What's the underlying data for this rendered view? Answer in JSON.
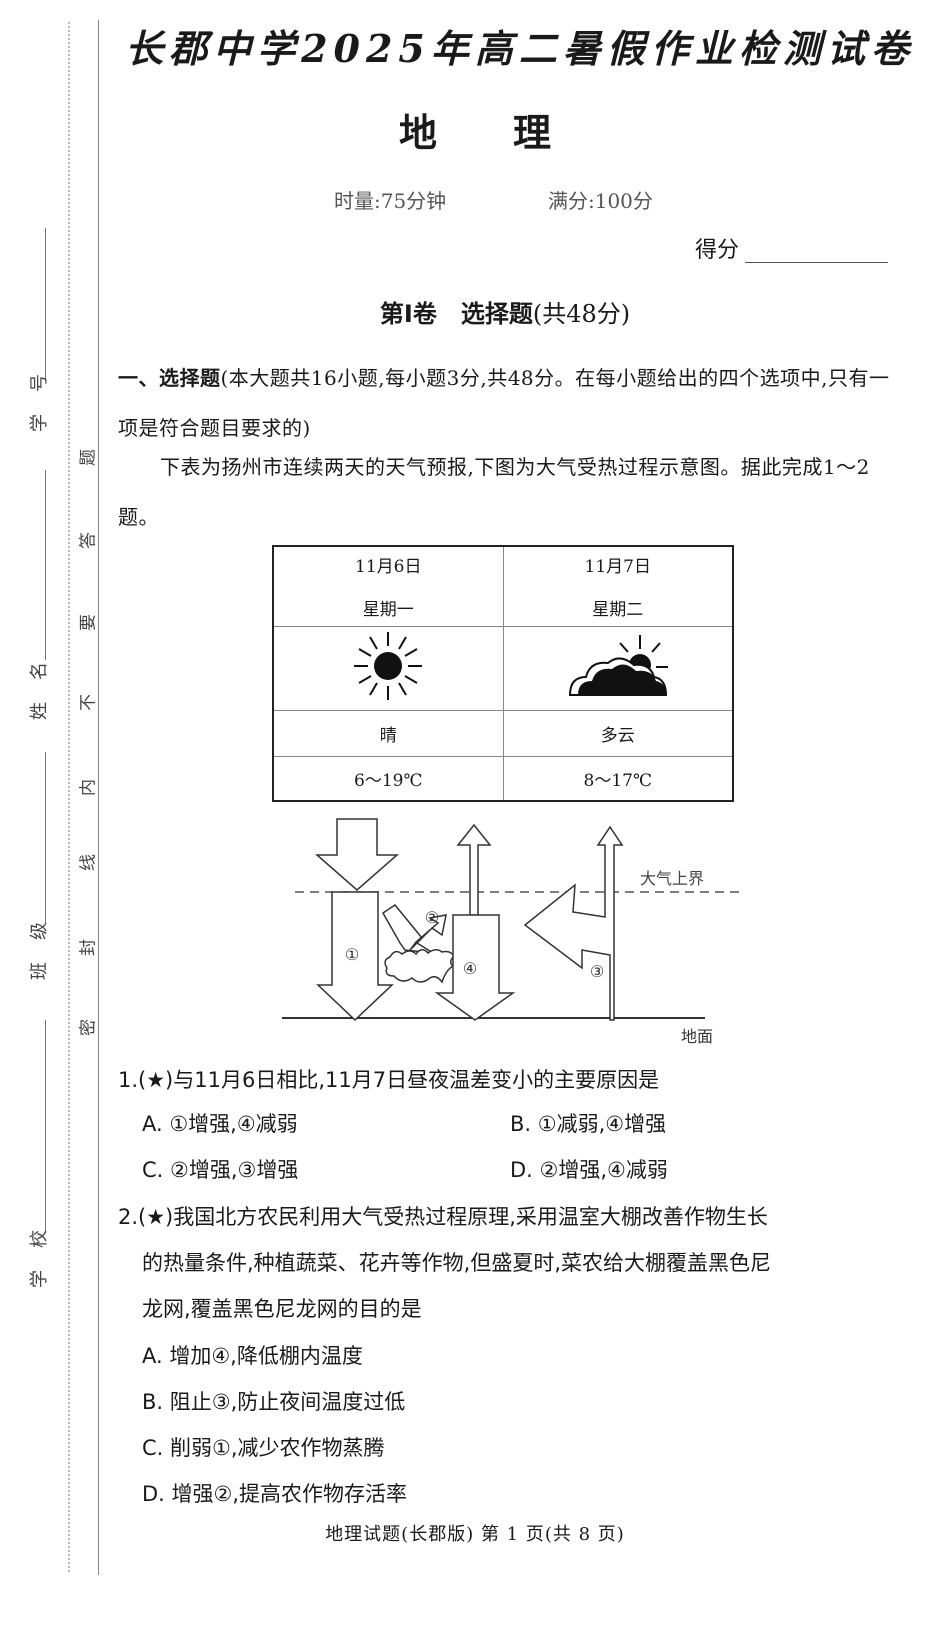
{
  "header": {
    "title": "长郡中学2025年高二暑假作业检测试卷",
    "subject": [
      "地",
      "理"
    ],
    "time_limit": "时量:75分钟",
    "full_score": "满分:100分",
    "score_label": "得分"
  },
  "binding_margin": {
    "fields": [
      {
        "label": [
          "学",
          "号"
        ]
      },
      {
        "label": [
          "姓",
          "名"
        ]
      },
      {
        "label": [
          "班",
          "级"
        ]
      },
      {
        "label": [
          "学",
          "校"
        ]
      }
    ],
    "seal_notice": [
      "题",
      "答",
      "要",
      "不",
      "内",
      "线",
      "封",
      "密"
    ]
  },
  "section": {
    "title": "第Ⅰ卷　选择题",
    "points": "(共48分)"
  },
  "part": {
    "heading": "一、选择题",
    "instructions": "(本大题共16小题,每小题3分,共48分。在每小题给出的四个选项中,只有一项是符合题目要求的)"
  },
  "intro": "下表为扬州市连续两天的天气预报,下图为大气受热过程示意图。据此完成1～2题。",
  "weather_table": {
    "days": [
      {
        "date": "11月6日",
        "weekday": "星期一",
        "icon": "sun-icon",
        "condition": "晴",
        "temp": "6～19℃"
      },
      {
        "date": "11月7日",
        "weekday": "星期二",
        "icon": "cloudy-sun-icon",
        "condition": "多云",
        "temp": "8～17℃"
      }
    ]
  },
  "diagram": {
    "top_label": "大气上界",
    "ground_label": "地面",
    "markers": [
      "①",
      "②",
      "③",
      "④"
    ]
  },
  "questions": [
    {
      "stem": "1.(★)与11月6日相比,11月7日昼夜温差变小的主要原因是",
      "options": [
        "A. ①增强,④减弱",
        "B. ①减弱,④增强",
        "C. ②增强,③增强",
        "D. ②增强,④减弱"
      ]
    },
    {
      "stem_lines": [
        "2.(★)我国北方农民利用大气受热过程原理,采用温室大棚改善作物生长",
        "的热量条件,种植蔬菜、花卉等作物,但盛夏时,菜农给大棚覆盖黑色尼",
        "龙网,覆盖黑色尼龙网的目的是"
      ],
      "options": [
        "A. 增加④,降低棚内温度",
        "B. 阻止③,防止夜间温度过低",
        "C. 削弱①,减少农作物蒸腾",
        "D. 增强②,提高农作物存活率"
      ]
    }
  ],
  "footer": "地理试题(长郡版) 第 1 页(共 8 页)"
}
